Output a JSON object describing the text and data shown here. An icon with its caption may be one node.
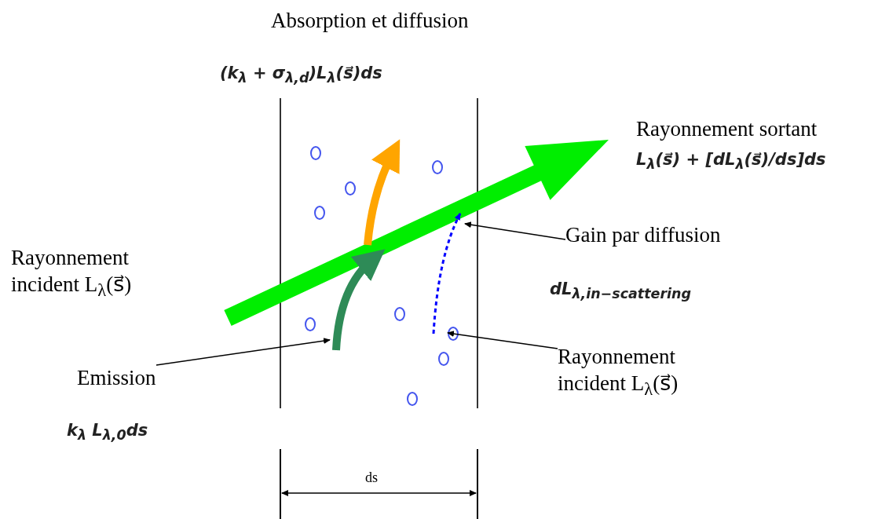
{
  "diagram": {
    "nodes": [
      {
        "text": [
          "Gain par diffusion"
        ]
      },
      {
        "text": [
          "Emission"
        ]
      },
      {
        "text": [
          "Rayonnement incident L$_{λ}$(s⃗)"
        ]
      }
    ],
    "edges": [
      {
        "from": 0,
        "to": null,
        "arrow": "to"
      },
      {
        "from": 1,
        "to": null,
        "arrow": "to"
      },
      {
        "from": 2,
        "to": null,
        "arrow": "to"
      }
    ],
    "labels": [
      "Absorption et diffusion",
      "(k$_{λ}$ + σ$_{λ,d}$)L$_{λ}$(s⃗)ds",
      "Rayonnement sortant",
      "L$_{λ}$(s⃗) + [dL$_{λ}$(s⃗)/ds]ds",
      "Rayonnement incident L$_{λ}$(s⃗)",
      "dL$_{λ,in−scattering}$",
      "k$_{λ}$ L$_{λ,0}$ds",
      "ds"
    ]
  }
}
